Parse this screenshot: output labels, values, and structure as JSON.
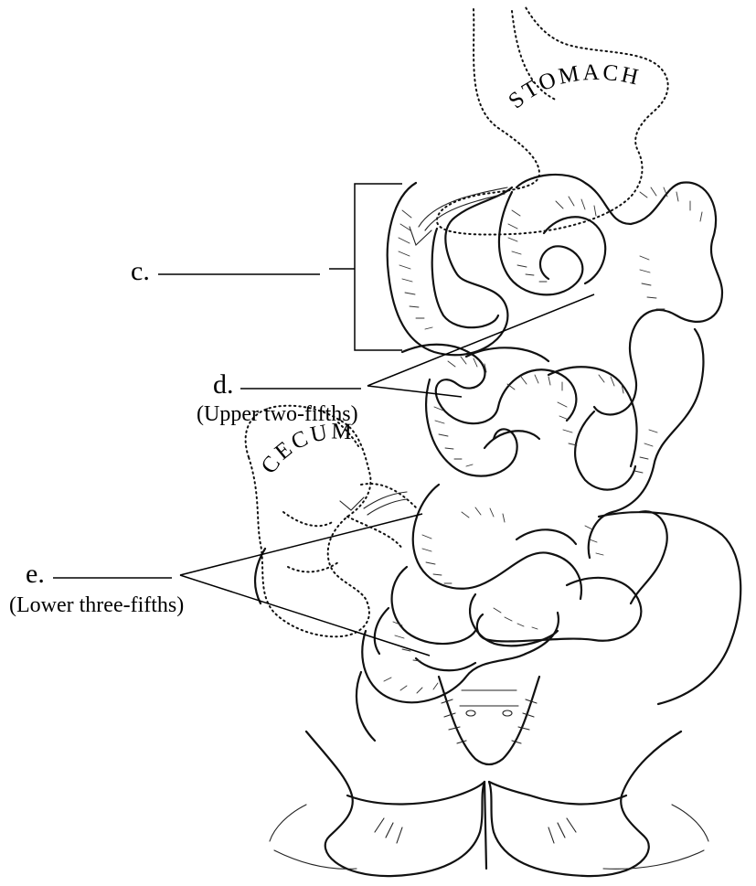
{
  "labels": {
    "c": {
      "letter": "c."
    },
    "d": {
      "letter": "d.",
      "note": "(Upper two-fifths)"
    },
    "e": {
      "letter": "e.",
      "note": "(Lower three-fifths)"
    }
  },
  "organs": {
    "stomach": "STOMACH",
    "cecum": "CECUM"
  }
}
